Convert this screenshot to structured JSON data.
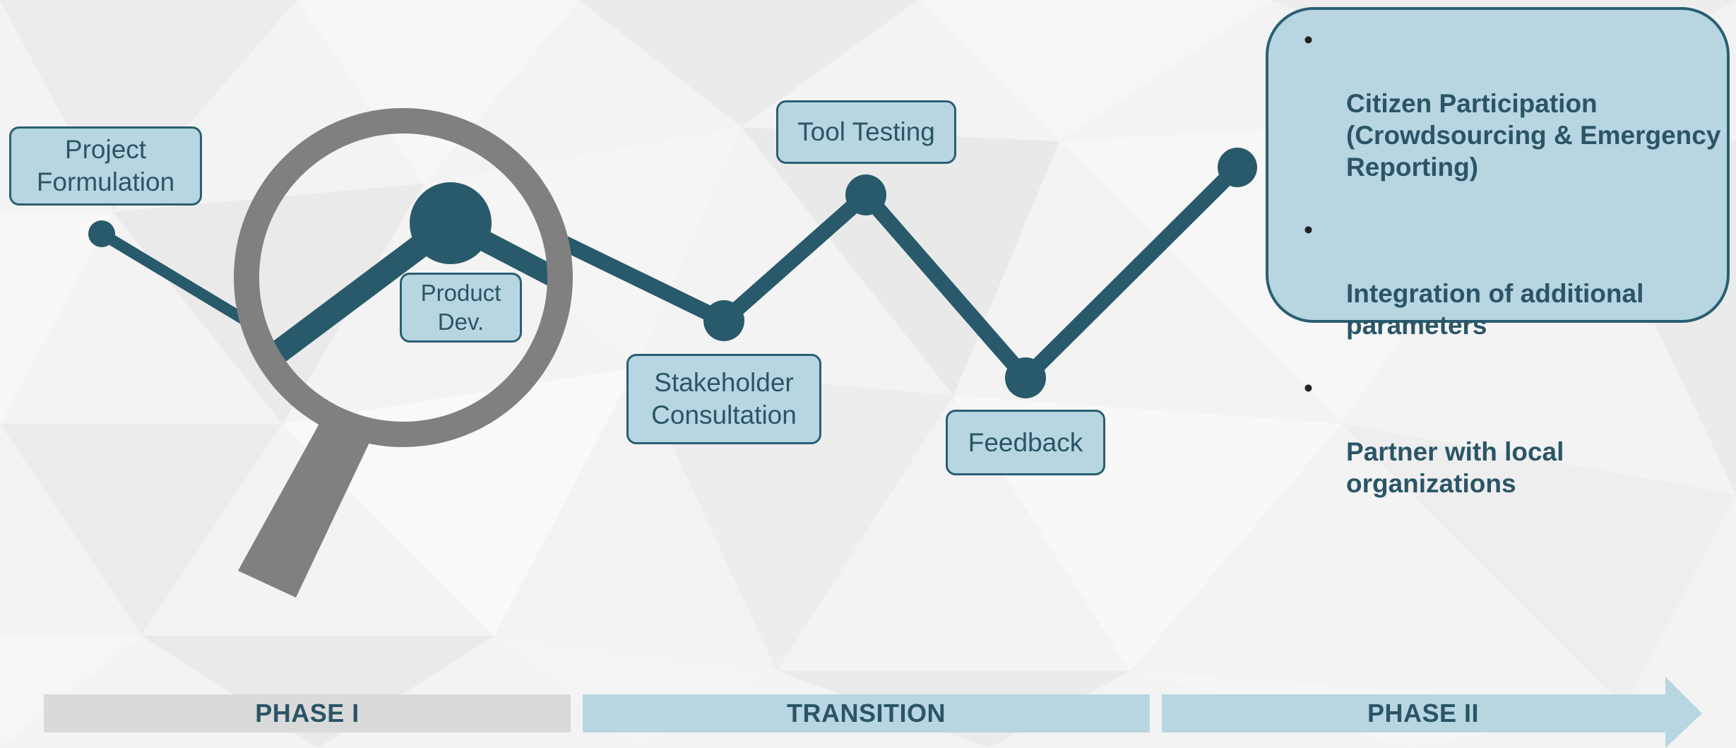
{
  "stages": {
    "project_formulation": "Project\nFormulation",
    "product_dev": "Product\nDev.",
    "stakeholder_consultation": "Stakeholder\nConsultation",
    "tool_testing": "Tool Testing",
    "feedback": "Feedback"
  },
  "phase2_box": {
    "bullet": "•",
    "items": [
      "Citizen Participation\n(Crowdsourcing & Emergency\nReporting)",
      "Integration of additional\nparameters",
      "Partner with local\norganizations"
    ]
  },
  "phases": {
    "phase1": "PHASE I",
    "transition": "TRANSITION",
    "phase2": "PHASE II"
  },
  "colors": {
    "line": "#285a6b",
    "label_fill": "#b7d6e2",
    "label_border": "#2a5f73",
    "text": "#2b5567",
    "magnifier": "#808080",
    "phase1_bar": "#dadada",
    "phase_bar": "#b7d6e2"
  },
  "icons": {
    "magnifier": "magnifying-glass-icon"
  }
}
